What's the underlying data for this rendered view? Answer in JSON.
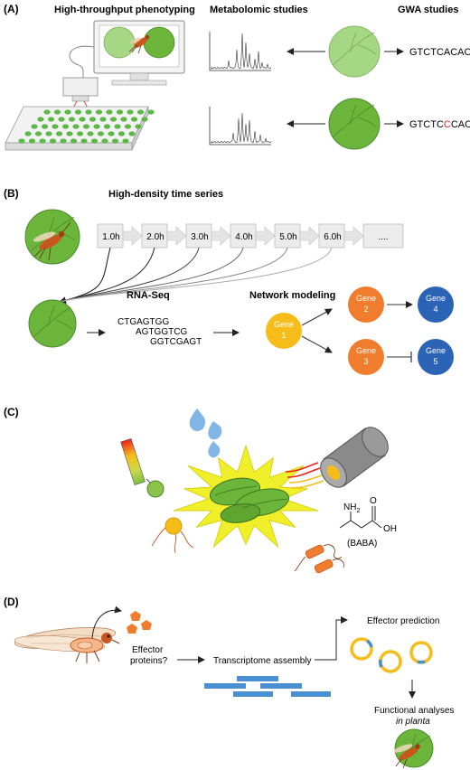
{
  "panel_a": {
    "label": "(A)",
    "phenotyping_title": "High-throughput phenotyping",
    "metabolomic_title": "Metabolomic studies",
    "gwa_title": "GWA studies",
    "sequence_top": "GTCTCACACT",
    "sequence_bottom": {
      "prefix": "GTCTC",
      "variant": "C",
      "suffix": "CACT"
    },
    "variant_color": "#e8231f"
  },
  "panel_b": {
    "label": "(B)",
    "time_series_title": "High-density time series",
    "timepoints": [
      "1.0h",
      "2.0h",
      "3.0h",
      "4.0h",
      "5.0h",
      "6.0h",
      "...."
    ],
    "rnaseq_title": "RNA-Seq",
    "reads": [
      "CTGAGTGG",
      "AGTGGTCG",
      "GGTCGAGT"
    ],
    "network_title": "Network modeling",
    "genes": {
      "g1": {
        "name": "Gene",
        "num": "1"
      },
      "g2": {
        "name": "Gene",
        "num": "2"
      },
      "g3": {
        "name": "Gene",
        "num": "3"
      },
      "g4": {
        "name": "Gene",
        "num": "4"
      },
      "g5": {
        "name": "Gene",
        "num": "5"
      }
    }
  },
  "panel_c": {
    "label": "(C)",
    "chemical_name": "(BABA)",
    "chemical_nh2": "NH",
    "chemical_nh2_sub": "2",
    "chemical_o": "O",
    "chemical_oh": "OH"
  },
  "panel_d": {
    "label": "(D)",
    "effector_question_line1": "Effector",
    "effector_question_line2": "proteins?",
    "assembly_label": "Transcriptome assembly",
    "prediction_label": "Effector prediction",
    "functional_line1": "Functional analyses",
    "functional_line2": "in planta"
  },
  "colors": {
    "leaf_light": "#a6d785",
    "leaf_dark": "#6bb53a",
    "gene_yellow": "#f6bd1a",
    "gene_orange": "#ef7d2d",
    "gene_blue": "#2b63b6",
    "contig_blue": "#4a8fd1",
    "insect": "#c8561f"
  }
}
